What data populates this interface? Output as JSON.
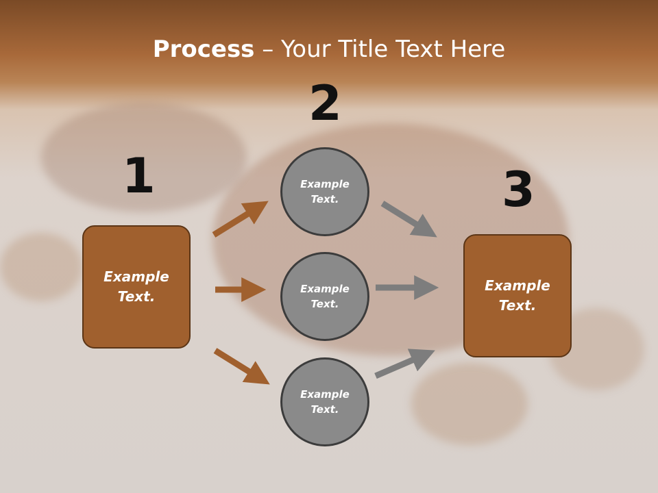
{
  "title": {
    "bold": "Process",
    "rest": " – Your Title Text Here"
  },
  "numbers": [
    "1",
    "2",
    "3"
  ],
  "left_box": {
    "line1": "Example",
    "line2": "Text."
  },
  "right_box": {
    "line1": "Example",
    "line2": "Text."
  },
  "circles": [
    {
      "line1": "Example",
      "line2": "Text."
    },
    {
      "line1": "Example",
      "line2": "Text."
    },
    {
      "line1": "Example",
      "line2": "Text."
    }
  ],
  "colors": {
    "brown_arrow": "#a0602e",
    "gray_arrow": "#7d7d7d",
    "box_fill": "#a0602e",
    "circle_fill": "#8a8a8a"
  }
}
